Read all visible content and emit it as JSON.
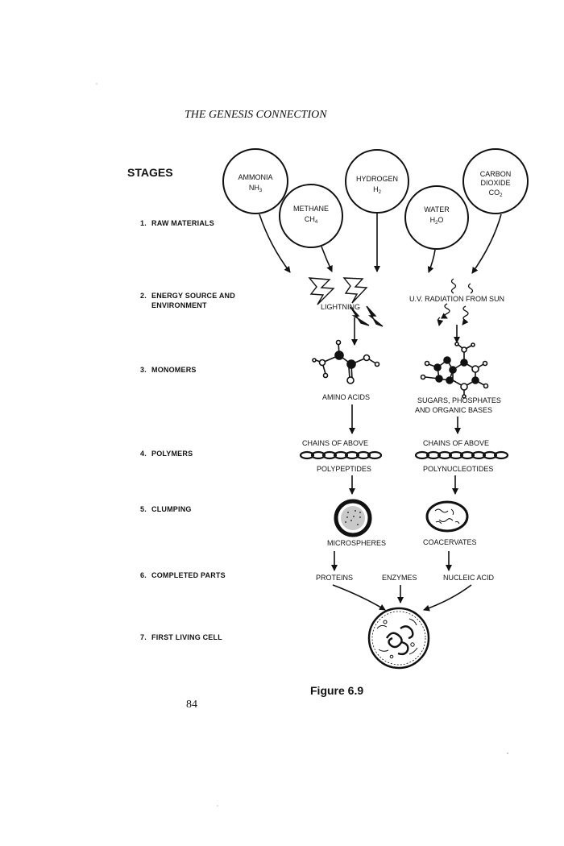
{
  "header": {
    "title": "THE GENESIS CONNECTION"
  },
  "stages": {
    "title": "STAGES",
    "items": [
      {
        "num": "1.",
        "line1": "RAW MATERIALS",
        "line2": ""
      },
      {
        "num": "2.",
        "line1": "ENERGY SOURCE AND",
        "line2": "ENVIRONMENT"
      },
      {
        "num": "3.",
        "line1": "MONOMERS",
        "line2": ""
      },
      {
        "num": "4.",
        "line1": "POLYMERS",
        "line2": ""
      },
      {
        "num": "5.",
        "line1": "CLUMPING",
        "line2": ""
      },
      {
        "num": "6.",
        "line1": "COMPLETED PARTS",
        "line2": ""
      },
      {
        "num": "7.",
        "line1": "FIRST LIVING CELL",
        "line2": ""
      }
    ]
  },
  "raw_materials": {
    "ammonia": {
      "name": "AMMONIA",
      "formula": "NH",
      "sub": "3"
    },
    "methane": {
      "name": "METHANE",
      "formula": "CH",
      "sub": "4"
    },
    "hydrogen": {
      "name": "HYDROGEN",
      "formula": "H",
      "sub": "2"
    },
    "water": {
      "name": "WATER",
      "formula": "H",
      "sub": "2",
      "formula_tail": "O"
    },
    "carbon_dioxide": {
      "name1": "CARBON",
      "name2": "DIOXIDE",
      "formula": "CO",
      "sub": "2"
    }
  },
  "energy": {
    "lightning": "LIGHTNING",
    "uv": "U.V. RADIATION FROM SUN"
  },
  "monomers": {
    "left": "AMINO ACIDS",
    "right_line1": "SUGARS, PHOSPHATES",
    "right_line2": "AND ORGANIC BASES"
  },
  "polymers": {
    "left_top": "CHAINS OF ABOVE",
    "left_bottom": "POLYPEPTIDES",
    "right_top": "CHAINS OF ABOVE",
    "right_bottom": "POLYNUCLEOTIDES"
  },
  "clumping": {
    "left": "MICROSPHERES",
    "right": "COACERVATES"
  },
  "completed_parts": {
    "left": "PROTEINS",
    "middle": "ENZYMES",
    "right": "NUCLEIC ACID"
  },
  "figure": {
    "caption": "Figure 6.9"
  },
  "page": {
    "number": "84"
  },
  "colors": {
    "ink": "#111111",
    "paper": "#ffffff",
    "speckle": "#bbbbbb"
  }
}
